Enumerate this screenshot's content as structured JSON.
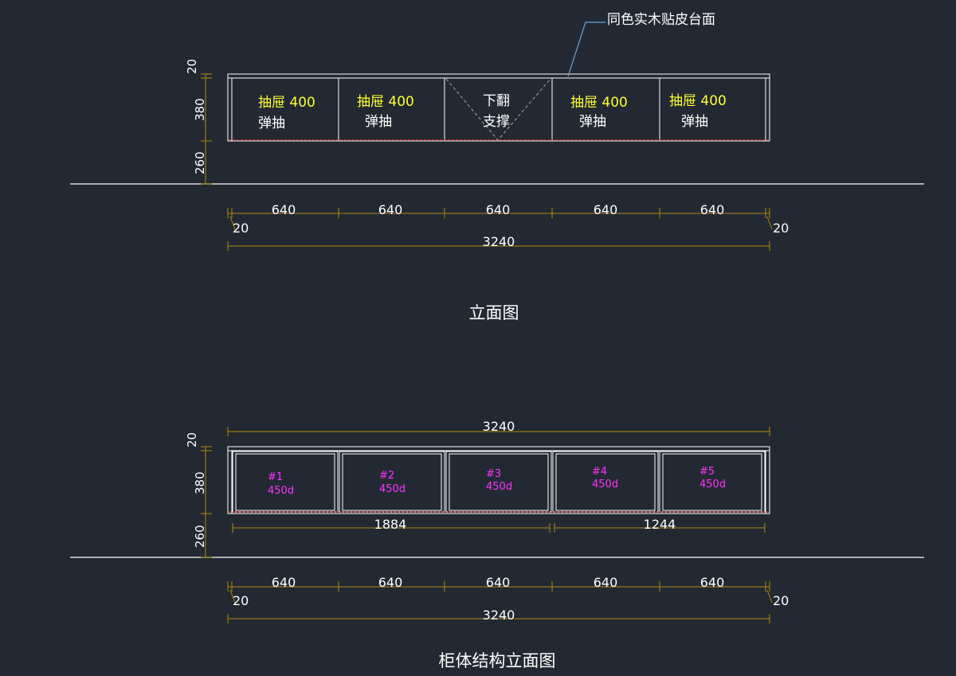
{
  "colors": {
    "background": "#222933",
    "line": "#ffffff",
    "dim": "#b48a0a",
    "dim_text": "#ffffff",
    "yellow_text": "#ffff33",
    "magenta_text": "#ff33ff",
    "leader": "#6ea6d6",
    "red_dash": "#e03030",
    "hatch": "#aaaaaa"
  },
  "top_view": {
    "leader_note": "同色实木贴皮台面",
    "title": "立面图",
    "vertical_dims": [
      "20",
      "380",
      "260"
    ],
    "cells": [
      {
        "line1": "抽屉 400",
        "line2": "弹抽"
      },
      {
        "line1": "抽屉 400",
        "line2": "弹抽"
      },
      {
        "line1": "下翻",
        "line2": "支撑"
      },
      {
        "line1": "抽屉 400",
        "line2": "弹抽"
      },
      {
        "line1": "抽屉 400",
        "line2": "弹抽"
      }
    ],
    "widths": [
      "640",
      "640",
      "640",
      "640",
      "640"
    ],
    "side_left": "20",
    "side_right": "20",
    "total": "3240"
  },
  "bottom_view": {
    "title": "柜体结构立面图",
    "vertical_dims": [
      "20",
      "380",
      "260"
    ],
    "top_total": "3240",
    "cells": [
      {
        "id": "#1",
        "depth": "450d"
      },
      {
        "id": "#2",
        "depth": "450d"
      },
      {
        "id": "#3",
        "depth": "450d"
      },
      {
        "id": "#4",
        "depth": "450d"
      },
      {
        "id": "#5",
        "depth": "450d"
      }
    ],
    "segments": [
      "1884",
      "1244"
    ],
    "widths": [
      "640",
      "640",
      "640",
      "640",
      "640"
    ],
    "side_left": "20",
    "side_right": "20",
    "total": "3240"
  }
}
